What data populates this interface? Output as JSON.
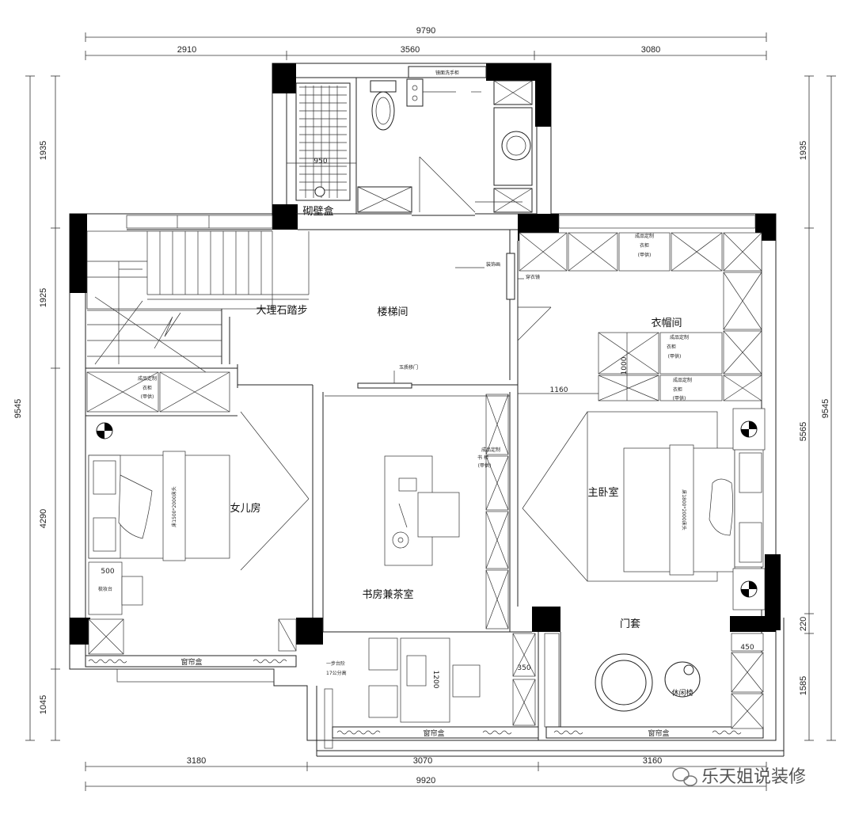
{
  "dimensions": {
    "top_total": "9790",
    "top_left": "2910",
    "top_mid": "3560",
    "top_right": "3080",
    "left_a": "1935",
    "left_b": "1925",
    "left_c": "4290",
    "left_d": "1045",
    "left_total": "9545",
    "right_a": "1935",
    "right_b": "5565",
    "right_c": "220",
    "right_d": "1585",
    "right_total": "9545",
    "bottom_left": "3180",
    "bottom_mid": "3070",
    "bottom_right": "3160",
    "bottom_total": "9920",
    "shower_width": "950",
    "wardrobe_depth": "1000",
    "closet_width": "1160",
    "vanity_width": "500",
    "tea_table": "1200",
    "bay_depth_a": "350",
    "bay_depth_b": "450"
  },
  "rooms": {
    "stair_hall": "楼梯间",
    "marble_step": "大理石踏步",
    "cloakroom": "衣帽间",
    "daughter_room": "女儿房",
    "study_tea": "书房兼茶室",
    "master_bedroom": "主卧室",
    "suite": "门套",
    "lounge_chair": "休闲椅"
  },
  "labels": {
    "niche_box": "砌壁盒",
    "curtain_box_1": "窗帘盒",
    "curtain_box_2": "窗帘盒",
    "curtain_box_3": "窗帘盒",
    "step_note_1": "一步台阶",
    "step_note_2": "17公分高",
    "wardrobe_1_l1": "成品定制",
    "wardrobe_1_l2": "衣柜",
    "wardrobe_1_l3": "(甲供)",
    "wardrobe_2_l1": "成品定制",
    "wardrobe_2_l2": "衣柜",
    "wardrobe_2_l3": "(甲供)",
    "wardrobe_3_l1": "成品定制",
    "wardrobe_3_l2": "衣柜",
    "wardrobe_3_l3": "(甲供)",
    "wardrobe_4_l1": "成品定制",
    "wardrobe_4_l2": "衣柜",
    "wardrobe_4_l3": "(甲供)",
    "bookcase_l1": "成品定制",
    "bookcase_l2": "书 柜",
    "bookcase_l3": "(甲供)",
    "bed_small": "床1500*2000床头",
    "bed_large": "床1800*2000床头",
    "dresser": "梳妆台",
    "sliding_door": "玉质移门",
    "shoe_cab": "装饰画",
    "dressing_mirror": "穿衣镜",
    "mirror_cab": "镜面洗手柜"
  },
  "watermark": "乐天姐说装修"
}
